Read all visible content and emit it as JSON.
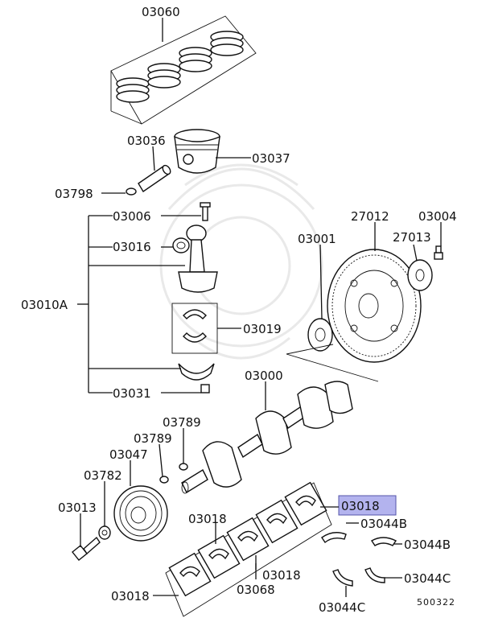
{
  "figure_id": "500322",
  "highlight_color": "#b3b3ee",
  "labels": {
    "piston_ring_set": "03060",
    "piston_pin": "03036",
    "piston": "03037",
    "pin_clip": "03798",
    "rod_bolt": "03006",
    "rod_bushing": "03016",
    "connecting_rod_assy": "03010A",
    "rod_bearing": "03019",
    "rod_nut": "03031",
    "flywheel": "27012",
    "flywheel_bolt": "03004",
    "flywheel_plate": "27013",
    "adapter_plate": "03001",
    "crankshaft": "03000",
    "key_upper": "03789",
    "key_lower": "03789",
    "pulley": "03047",
    "washer": "03782",
    "pulley_bolt": "03013",
    "main_bearing_highlighted": "03018",
    "main_bearing_a": "03018",
    "main_bearing_b": "03018",
    "main_bearing_c": "03018",
    "thrust_bearing": "03068",
    "thrust_washer_b1": "03044B",
    "thrust_washer_b2": "03044B",
    "thrust_washer_c1": "03044C",
    "thrust_washer_c2": "03044C"
  }
}
